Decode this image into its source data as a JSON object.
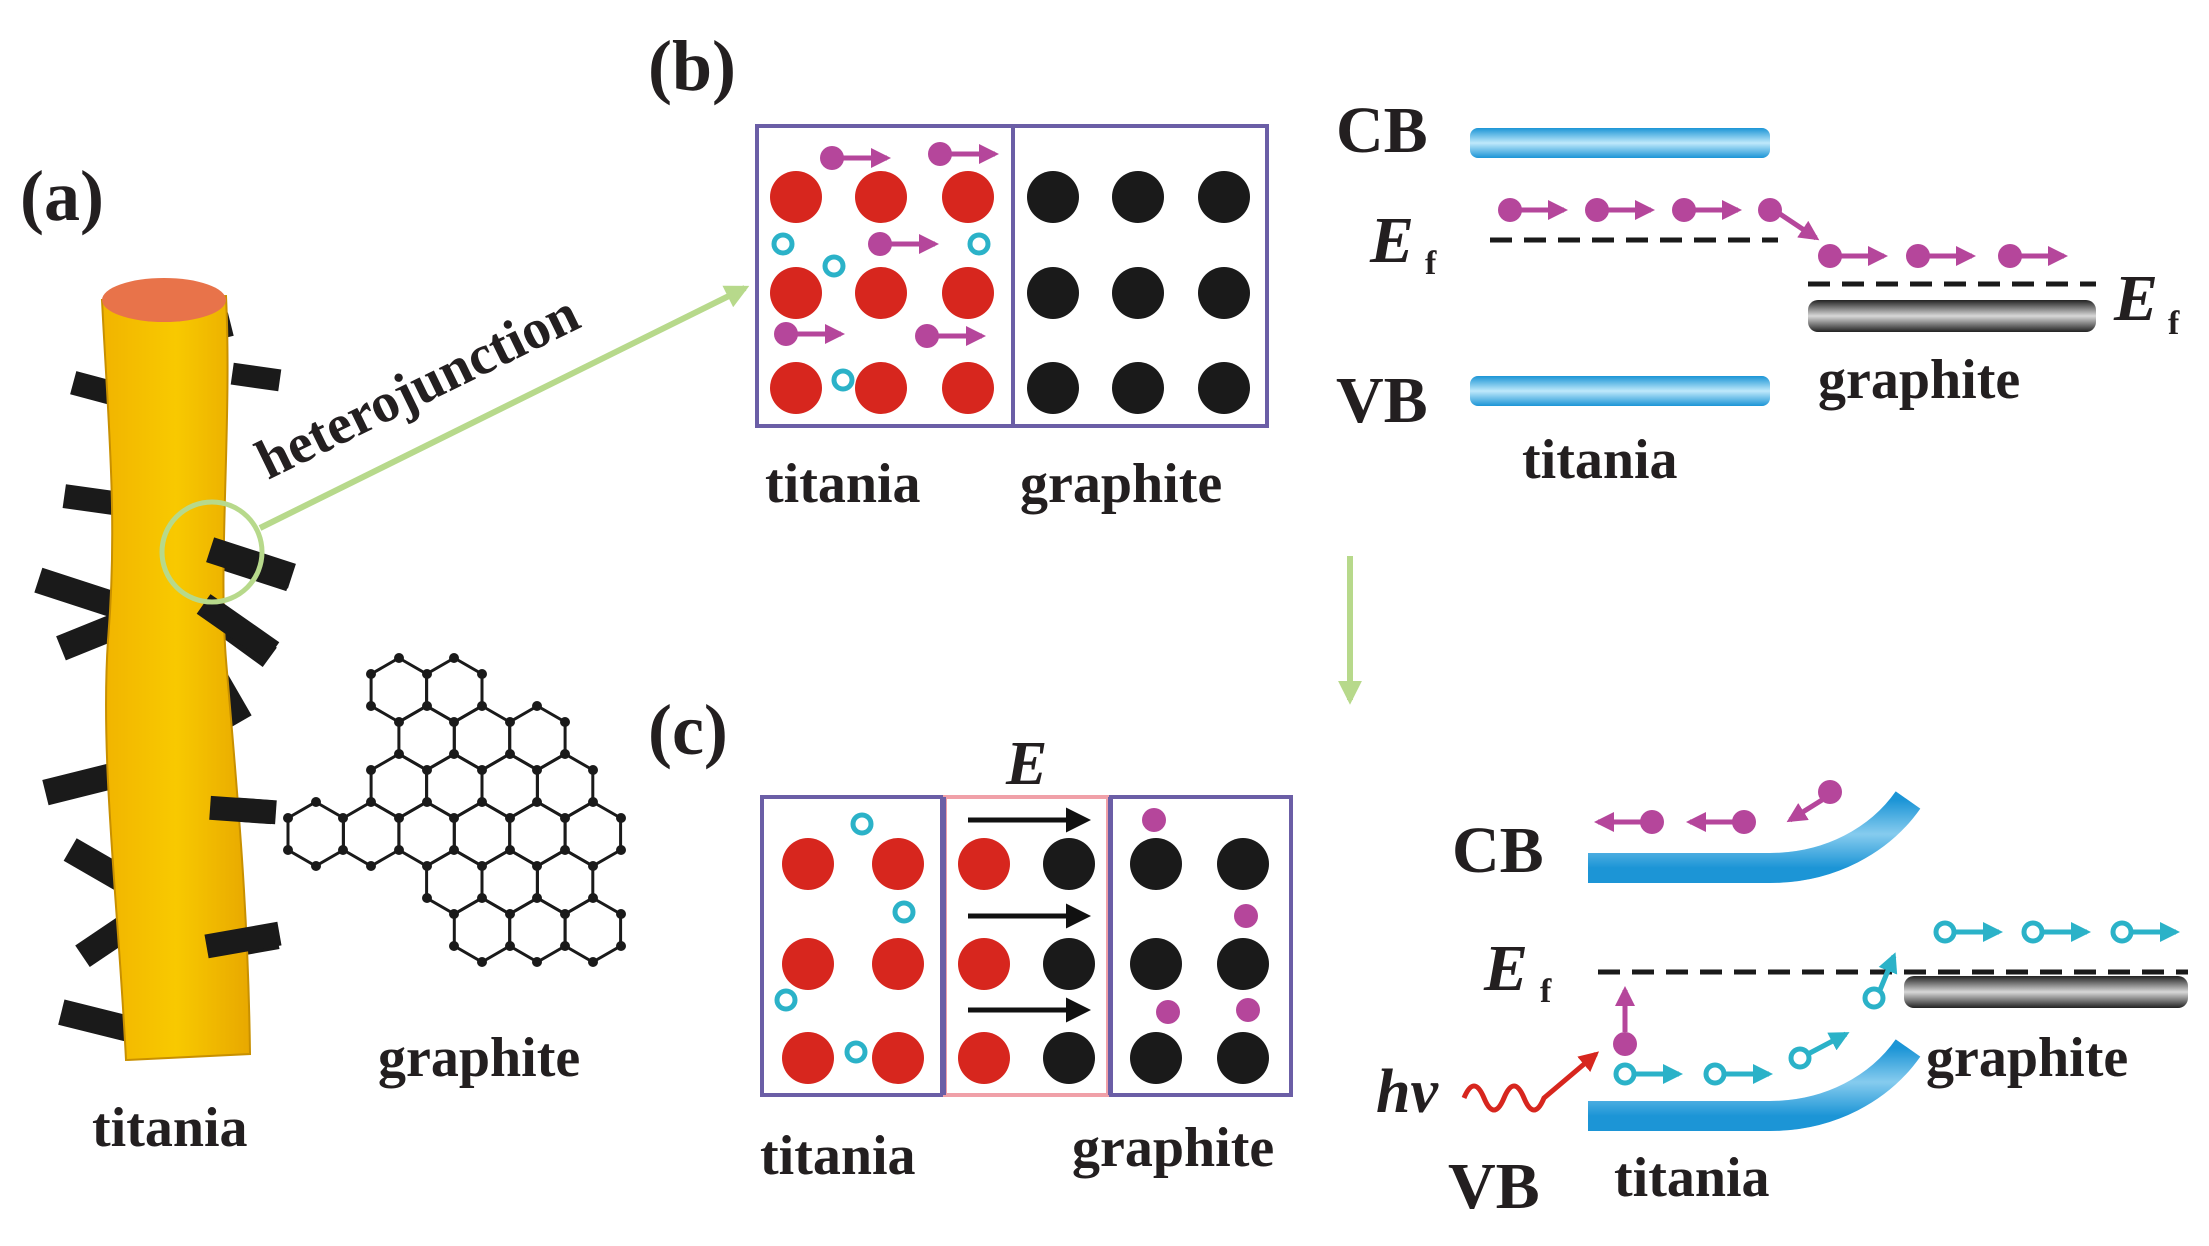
{
  "panels": {
    "a": {
      "tag": "(a)",
      "titania": "titania",
      "graphite": "graphite",
      "junction": "heterojunction"
    },
    "b": {
      "tag": "(b)",
      "titania": "titania",
      "graphite": "graphite",
      "cb": "CB",
      "vb": "VB",
      "ef": "E",
      "ef_sub": "f",
      "band_titania": "titania",
      "band_graphite": "graphite"
    },
    "c": {
      "tag": "(c)",
      "field": "E",
      "titania": "titania",
      "graphite": "graphite",
      "cb": "CB",
      "vb": "VB",
      "ef": "E",
      "ef_sub": "f",
      "hv": "hv",
      "band_titania": "titania",
      "band_graphite": "graphite"
    }
  },
  "colors": {
    "titania_atom": "#d7261e",
    "graphite_atom": "#1a1a1a",
    "electron": "#b5469b",
    "hole": "#2bb2c8",
    "rod": "#f5c400",
    "rod_top": "#e8734a",
    "box": "#6b5ea6",
    "interface_box": "#f0a0a8",
    "green_arrow": "#b7d98b",
    "band_blue": "#22a9e1",
    "photon": "#d7261e"
  }
}
